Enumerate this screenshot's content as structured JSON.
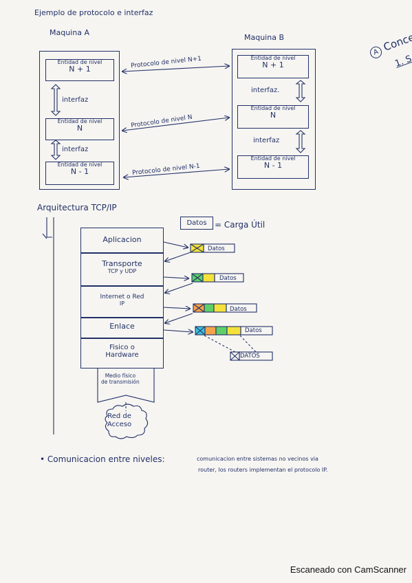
{
  "header": {
    "title": "Ejemplo de protocolo e interfaz"
  },
  "machine_a": {
    "title": "Maquina A",
    "entities": [
      {
        "line1": "Entidad de nivel",
        "line2": "N + 1"
      },
      {
        "line1": "Entidad de nivel",
        "line2": "N"
      },
      {
        "line1": "Entidad de nivel",
        "line2": "N - 1"
      }
    ],
    "interfaces": [
      "interfaz",
      "interfaz"
    ]
  },
  "machine_b": {
    "title": "Maquina B",
    "entities": [
      {
        "line1": "Entidad de nivel",
        "line2": "N + 1"
      },
      {
        "line1": "Entidad de nivel",
        "line2": "N"
      },
      {
        "line1": "Entidad de nivel",
        "line2": "N - 1"
      }
    ],
    "interfaces": [
      "interfaz.",
      "interfaz"
    ]
  },
  "protocols": [
    "Protocolo de nivel N+1",
    "Protocolo de nivel N",
    "Protocolo de nivel N-1"
  ],
  "side_note": {
    "letter": "A",
    "word": "Conce",
    "line2": "1. S"
  },
  "tcpip": {
    "title": "Arquitectura TCP/IP",
    "datos_box": "Datos",
    "payload_label": "= Carga Útil",
    "layers": [
      {
        "name": "Aplicacion",
        "sub": ""
      },
      {
        "name": "Transporte",
        "sub": "TCP y UDP"
      },
      {
        "name": "Internet o Red",
        "sub": "IP"
      },
      {
        "name": "Enlace",
        "sub": ""
      },
      {
        "name": "Fisico o",
        "sub": "Hardware"
      }
    ],
    "packet_labels": [
      "Datos",
      "Datos",
      "Datos",
      "Datos",
      "DATOS"
    ],
    "medio": {
      "line1": "Medio físico",
      "line2": "de transmisión"
    },
    "red_acceso": {
      "line1": "Red de",
      "line2": "Acceso"
    }
  },
  "note": {
    "bullet": "•",
    "term": "Comunicacion entre niveles:",
    "line1": "comunicacion entre sistemas no vecinos via",
    "line2": "router, los routers implementan el protocolo IP."
  },
  "footer": {
    "text": "Escaneado con CamScanner"
  },
  "colors": {
    "ink": "#223066",
    "yellow": "#f4e23a",
    "green": "#5fcf6a",
    "orange": "#f5a34a",
    "cyan": "#3fc1d9"
  }
}
